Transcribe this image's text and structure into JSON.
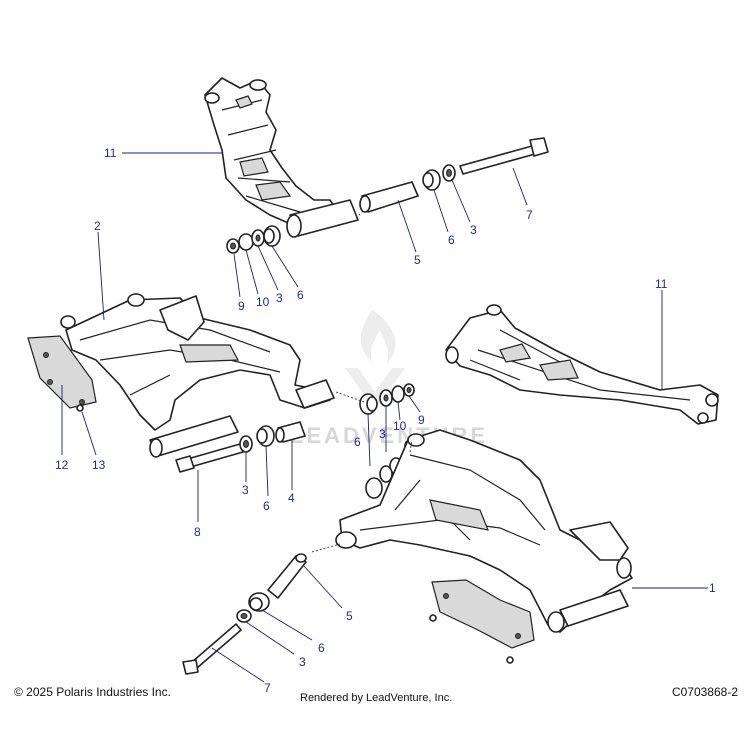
{
  "watermark_text": "LEADVENTURE",
  "footer": {
    "copyright": "© 2025 Polaris Industries Inc.",
    "rendered_by": "Rendered by LeadVenture, Inc.",
    "figure_id": "C0703868-2"
  },
  "callouts": {
    "c11_top": "11",
    "c7_top": "7",
    "c3_top": "3",
    "c6_top": "6",
    "c5_top": "5",
    "c9_left": "9",
    "c10_left": "10",
    "c3_left": "3",
    "c6_left": "6",
    "c2": "2",
    "c11_right": "11",
    "c12": "12",
    "c13": "13",
    "c8": "8",
    "c3_mid": "3",
    "c6_mid": "6",
    "c4": "4",
    "c6_center": "6",
    "c3_center": "3",
    "c10_center": "10",
    "c9_center": "9",
    "c1": "1",
    "c5_bottom": "5",
    "c6_bottom": "6",
    "c3_bottom": "3",
    "c7_bottom": "7"
  }
}
